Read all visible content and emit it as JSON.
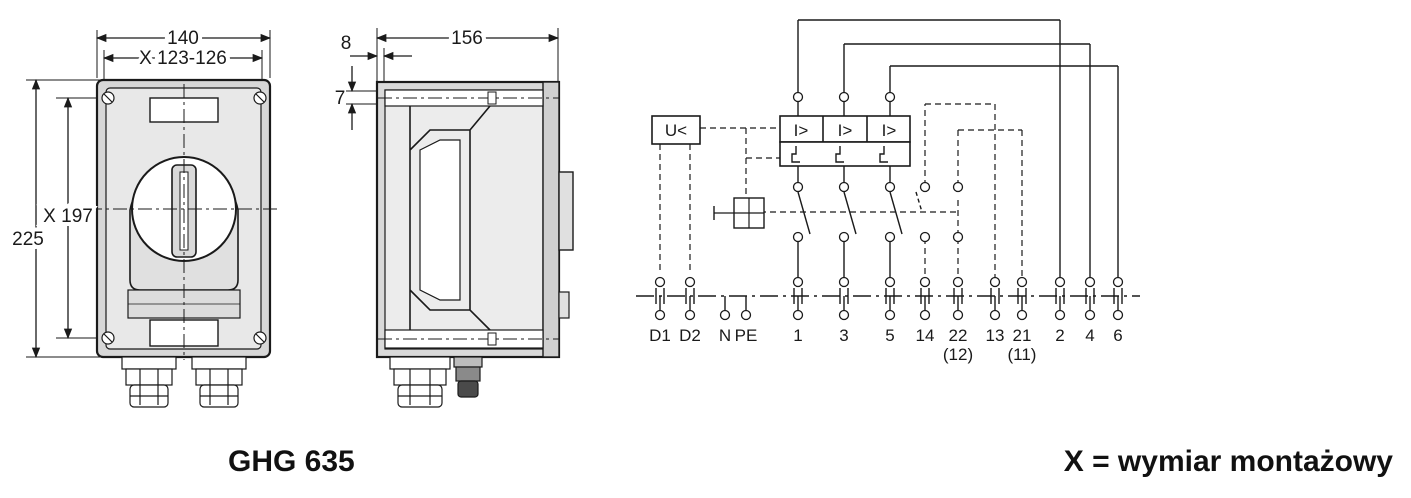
{
  "front_view": {
    "width_label": "140",
    "mount_width_label": "X 123-126",
    "height_label": "225",
    "mount_height_label": "X 197"
  },
  "side_view": {
    "depth_label": "156",
    "offset_8_label": "8",
    "offset_7_label": "7"
  },
  "schematic": {
    "undervoltage_label": "U<",
    "trip_labels": [
      "I>",
      "I>",
      "I>"
    ],
    "terminals": [
      "D1",
      "D2",
      "N",
      "PE",
      "1",
      "3",
      "5",
      "14",
      "22",
      "13",
      "21",
      "2",
      "4",
      "6"
    ],
    "terminal_sub_labels": [
      "(12)",
      "(11)"
    ]
  },
  "model_caption": "GHG 635",
  "note_caption": "X = wymiar montażowy"
}
